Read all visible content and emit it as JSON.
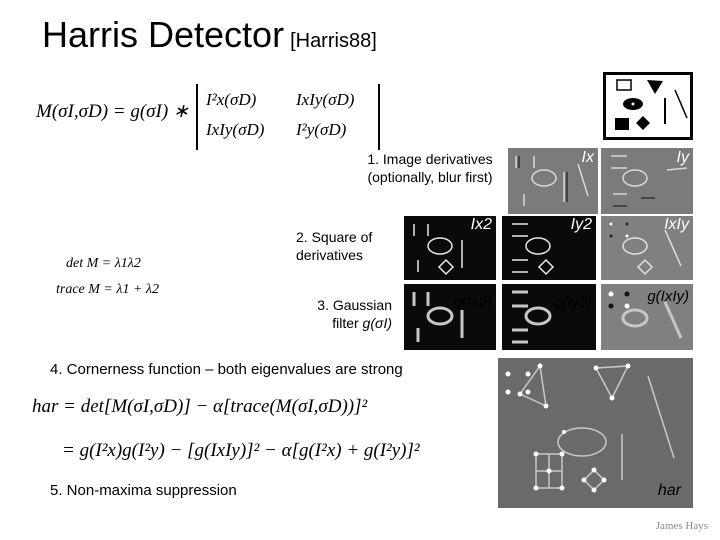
{
  "slide": {
    "title": "Harris Detector",
    "title_ref": "[Harris88]",
    "formula_m": "M(σI,σD) = g(σI) ∗",
    "matrix": {
      "r1c1": "I²x(σD)",
      "r1c2": "IxIy(σD)",
      "r2c1": "IxIy(σD)",
      "r2c2": "I²y(σD)"
    },
    "det_formula": "det M = λ1λ2",
    "trace_formula": "trace M = λ1 + λ2",
    "step1": "1. Image derivatives (optionally, blur first)",
    "step2": "2. Square of derivatives",
    "step3_prefix": "3. Gaussian filter",
    "step3_suffix": "g(σI)",
    "step4": "4. Cornerness function – both eigenvalues are strong",
    "step5": "5. Non-maxima suppression",
    "har_eq1": "har = det[M(σI,σD)] − α[trace(M(σI,σD))]²",
    "har_eq2": "= g(I²x)g(I²y) − [g(IxIy)]² − α[g(I²x) + g(I²y)]²",
    "labels": {
      "ix": "Ix",
      "iy": "Iy",
      "ix2": "Ix2",
      "iy2": "Iy2",
      "ixiy": "IxIy",
      "gix2": "g(Ix2)",
      "giy2": "g(Iy2)",
      "gixiy": "g(IxIy)",
      "har": "har"
    },
    "credit": "James Hays"
  }
}
